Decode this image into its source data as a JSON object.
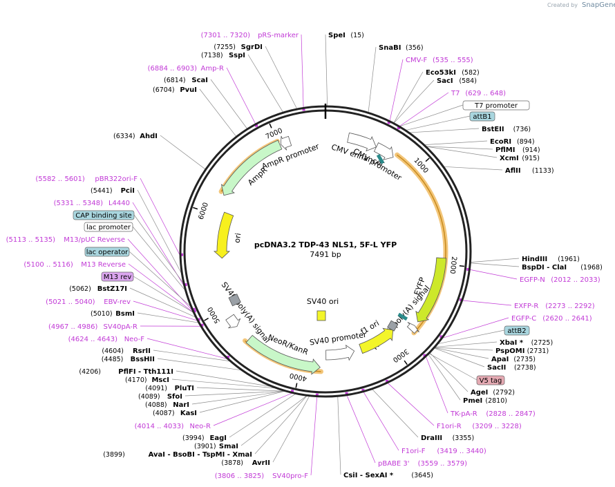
{
  "credit": {
    "created_by": "Created by",
    "brand": "SnapGene"
  },
  "plasmid": {
    "name": "pcDNA3.2 TDP-43 NLS1, 5F-L YFP",
    "length": "7491 bp"
  },
  "tick_labels": [
    "1000",
    "2000",
    "3000",
    "4000",
    "5000",
    "6000",
    "7000"
  ],
  "features": [
    {
      "name": "CMV enhancer",
      "start": 236,
      "end": 539,
      "dir": 1,
      "color": "#ffffff"
    },
    {
      "name": "CMV promoter",
      "start": 540,
      "end": 743,
      "dir": 1,
      "color": "#ffffff"
    },
    {
      "name": "EYFP",
      "start": 1940,
      "end": 2650,
      "dir": 1,
      "color": "#cde82a"
    },
    {
      "name": "HSV TK poly(A) signal",
      "start": 2700,
      "end": 2760,
      "dir": -1,
      "color": "#ffffff"
    },
    {
      "name": "f1 ori",
      "start": 2900,
      "end": 3330,
      "dir": -1,
      "color": "#f3f52a"
    },
    {
      "name": "SV40 promoter",
      "start": 3410,
      "end": 3740,
      "dir": -1,
      "color": "#ffffff"
    },
    {
      "name": "NeoR/KanR",
      "start": 3800,
      "end": 4600,
      "dir": -1,
      "color": "#c8f7c8"
    },
    {
      "name": "SV40 poly(A) signal",
      "start": 4780,
      "end": 4900,
      "dir": -1,
      "color": "#ffffff"
    },
    {
      "name": "ori",
      "start": 5540,
      "end": 6060,
      "dir": -1,
      "color": "#f7f01e"
    },
    {
      "name": "AmpR",
      "start": 6220,
      "end": 7010,
      "dir": -1,
      "color": "#c8f7c8"
    },
    {
      "name": "AmpR promoter",
      "start": 7020,
      "end": 7120,
      "dir": -1,
      "color": "#ffffff"
    }
  ],
  "enzymes": [
    {
      "name": "SpeI",
      "pos": "(15)"
    },
    {
      "name": "SnaBI",
      "pos": "(356)"
    },
    {
      "name": "Eco53kI",
      "pos": "(582)"
    },
    {
      "name": "SacI",
      "pos": "(584)"
    },
    {
      "name": "BstEII",
      "pos": "(736)"
    },
    {
      "name": "EcoRI",
      "pos": "(894)"
    },
    {
      "name": "PflMI",
      "pos": "(914)"
    },
    {
      "name": "XcmI",
      "pos": "(915)"
    },
    {
      "name": "AflII",
      "pos": "(1133)"
    },
    {
      "name": "HindIII",
      "pos": "(1961)"
    },
    {
      "name": "BspDI - ClaI",
      "pos": "(1968)"
    },
    {
      "name": "XbaI *",
      "pos": "(2725)"
    },
    {
      "name": "PspOMI",
      "pos": "(2731)"
    },
    {
      "name": "ApaI",
      "pos": "(2735)"
    },
    {
      "name": "SacII",
      "pos": "(2738)"
    },
    {
      "name": "AgeI",
      "pos": "(2792)"
    },
    {
      "name": "PmeI",
      "pos": "(2810)"
    },
    {
      "name": "DraIII",
      "pos": "(3355)"
    },
    {
      "name": "CsiI - SexAI *",
      "pos": "(3645)"
    },
    {
      "name": "AvrII",
      "pos": "(3878)"
    },
    {
      "name": "AvaI - BsoBI - TspMI - XmaI",
      "pos": "(3899)"
    },
    {
      "name": "SmaI",
      "pos": "(3901)"
    },
    {
      "name": "EagI",
      "pos": "(3994)"
    },
    {
      "name": "KasI",
      "pos": "(4087)"
    },
    {
      "name": "NarI",
      "pos": "(4088)"
    },
    {
      "name": "SfoI",
      "pos": "(4089)"
    },
    {
      "name": "PluTI",
      "pos": "(4091)"
    },
    {
      "name": "MscI",
      "pos": "(4170)"
    },
    {
      "name": "PflFI - Tth111I",
      "pos": "(4206)"
    },
    {
      "name": "BssHII",
      "pos": "(4485)"
    },
    {
      "name": "RsrII",
      "pos": "(4604)"
    },
    {
      "name": "BsmI",
      "pos": "(5010)"
    },
    {
      "name": "BstZ17I",
      "pos": "(5062)"
    },
    {
      "name": "PciI",
      "pos": "(5441)"
    },
    {
      "name": "AhdI",
      "pos": "(6334)"
    },
    {
      "name": "PvuI",
      "pos": "(6704)"
    },
    {
      "name": "ScaI",
      "pos": "(6814)"
    },
    {
      "name": "SspI",
      "pos": "(7138)"
    },
    {
      "name": "SgrDI",
      "pos": "(7255)"
    }
  ],
  "primers": [
    {
      "name": "CMV-F",
      "range": "(535 .. 555)"
    },
    {
      "name": "T7",
      "range": "(629 .. 648)"
    },
    {
      "name": "EGFP-N",
      "range": "(2012 .. 2033)"
    },
    {
      "name": "EXFP-R",
      "range": "(2273 .. 2292)"
    },
    {
      "name": "EGFP-C",
      "range": "(2620 .. 2641)"
    },
    {
      "name": "TK-pA-R",
      "range": "(2828 .. 2847)"
    },
    {
      "name": "F1ori-R",
      "range": "(3209 .. 3228)"
    },
    {
      "name": "F1ori-F",
      "range": "(3419 .. 3440)"
    },
    {
      "name": "pBABE 3'",
      "range": "(3559 .. 3579)"
    },
    {
      "name": "SV40pro-F",
      "range": "(3806 .. 3825)"
    },
    {
      "name": "Neo-R",
      "range": "(4014 .. 4033)"
    },
    {
      "name": "Neo-F",
      "range": "(4624 .. 4643)"
    },
    {
      "name": "SV40pA-R",
      "range": "(4967 .. 4986)"
    },
    {
      "name": "EBV-rev",
      "range": "(5021 .. 5040)"
    },
    {
      "name": "M13 Reverse",
      "range": "(5100 .. 5116)"
    },
    {
      "name": "M13/pUC Reverse",
      "range": "(5113 .. 5135)"
    },
    {
      "name": "L4440",
      "range": "(5331 .. 5348)"
    },
    {
      "name": "pBR322ori-F",
      "range": "(5582 .. 5601)"
    },
    {
      "name": "Amp-R",
      "range": "(6884 .. 6903)"
    },
    {
      "name": "pRS-marker",
      "range": "(7301 .. 7320)"
    }
  ],
  "boxed_labels": [
    {
      "name": "T7 promoter",
      "color": "#ffffff"
    },
    {
      "name": "attB1",
      "color": "#a9d6df"
    },
    {
      "name": "attB2",
      "color": "#a9d6df"
    },
    {
      "name": "V5 tag",
      "color": "#e5aab3"
    },
    {
      "name": "CAP binding site",
      "color": "#a9d6df"
    },
    {
      "name": "lac promoter",
      "color": "#ffffff"
    },
    {
      "name": "lac operator",
      "color": "#a9d6df"
    },
    {
      "name": "M13 rev",
      "color": "#dba6ef"
    }
  ],
  "colors": {
    "primer": "#c139d6",
    "ring": "#222222",
    "orf_outline": "#c78a1c"
  }
}
